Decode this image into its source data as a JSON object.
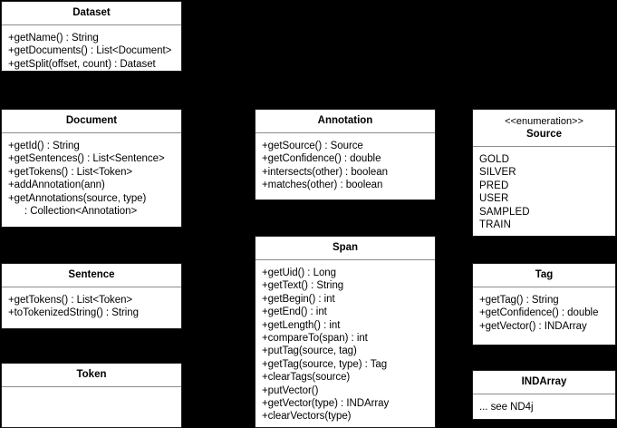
{
  "diagram": {
    "background_color": "#000000",
    "box_fill_color": "#ffffff",
    "box_border_color": "#1a1a1a",
    "separator_color": "#8c8c8c"
  },
  "classes": {
    "dataset": {
      "name": "Dataset",
      "members": [
        "+getName() : String",
        "+getDocuments() : List<Document>",
        "+getSplit(offset, count) : Dataset"
      ]
    },
    "document": {
      "name": "Document",
      "members": [
        "+getId() : String",
        "+getSentences() : List<Sentence>",
        "+getTokens() : List<Token>",
        "+addAnnotation(ann)",
        "+getAnnotations(source, type)",
        ": Collection<Annotation>"
      ]
    },
    "sentence": {
      "name": "Sentence",
      "members": [
        "+getTokens() : List<Token>",
        "+toTokenizedString() : String"
      ]
    },
    "token": {
      "name": "Token",
      "members": []
    },
    "annotation": {
      "name": "Annotation",
      "members": [
        "+getSource() : Source",
        "+getConfidence() : double",
        "+intersects(other) : boolean",
        "+matches(other) : boolean"
      ]
    },
    "span": {
      "name": "Span",
      "members": [
        "+getUid() : Long",
        "+getText() : String",
        "+getBegin() : int",
        "+getEnd() : int",
        "+getLength() : int",
        "+compareTo(span) : int",
        "+putTag(source, tag)",
        "+getTag(source, type) : Tag",
        "+clearTags(source)",
        "+putVector()",
        "+getVector(type) : INDArray",
        "+clearVectors(type)"
      ]
    },
    "source": {
      "stereotype": "<<enumeration>>",
      "name": "Source",
      "members": [
        "GOLD",
        "SILVER",
        "PRED",
        "USER",
        "SAMPLED",
        "TRAIN"
      ]
    },
    "tag": {
      "name": "Tag",
      "members": [
        "+getTag() : String",
        "+getConfidence() : double",
        "+getVector() : INDArray"
      ]
    },
    "indarray": {
      "name": "INDArray",
      "members": [
        "... see ND4j"
      ]
    }
  }
}
